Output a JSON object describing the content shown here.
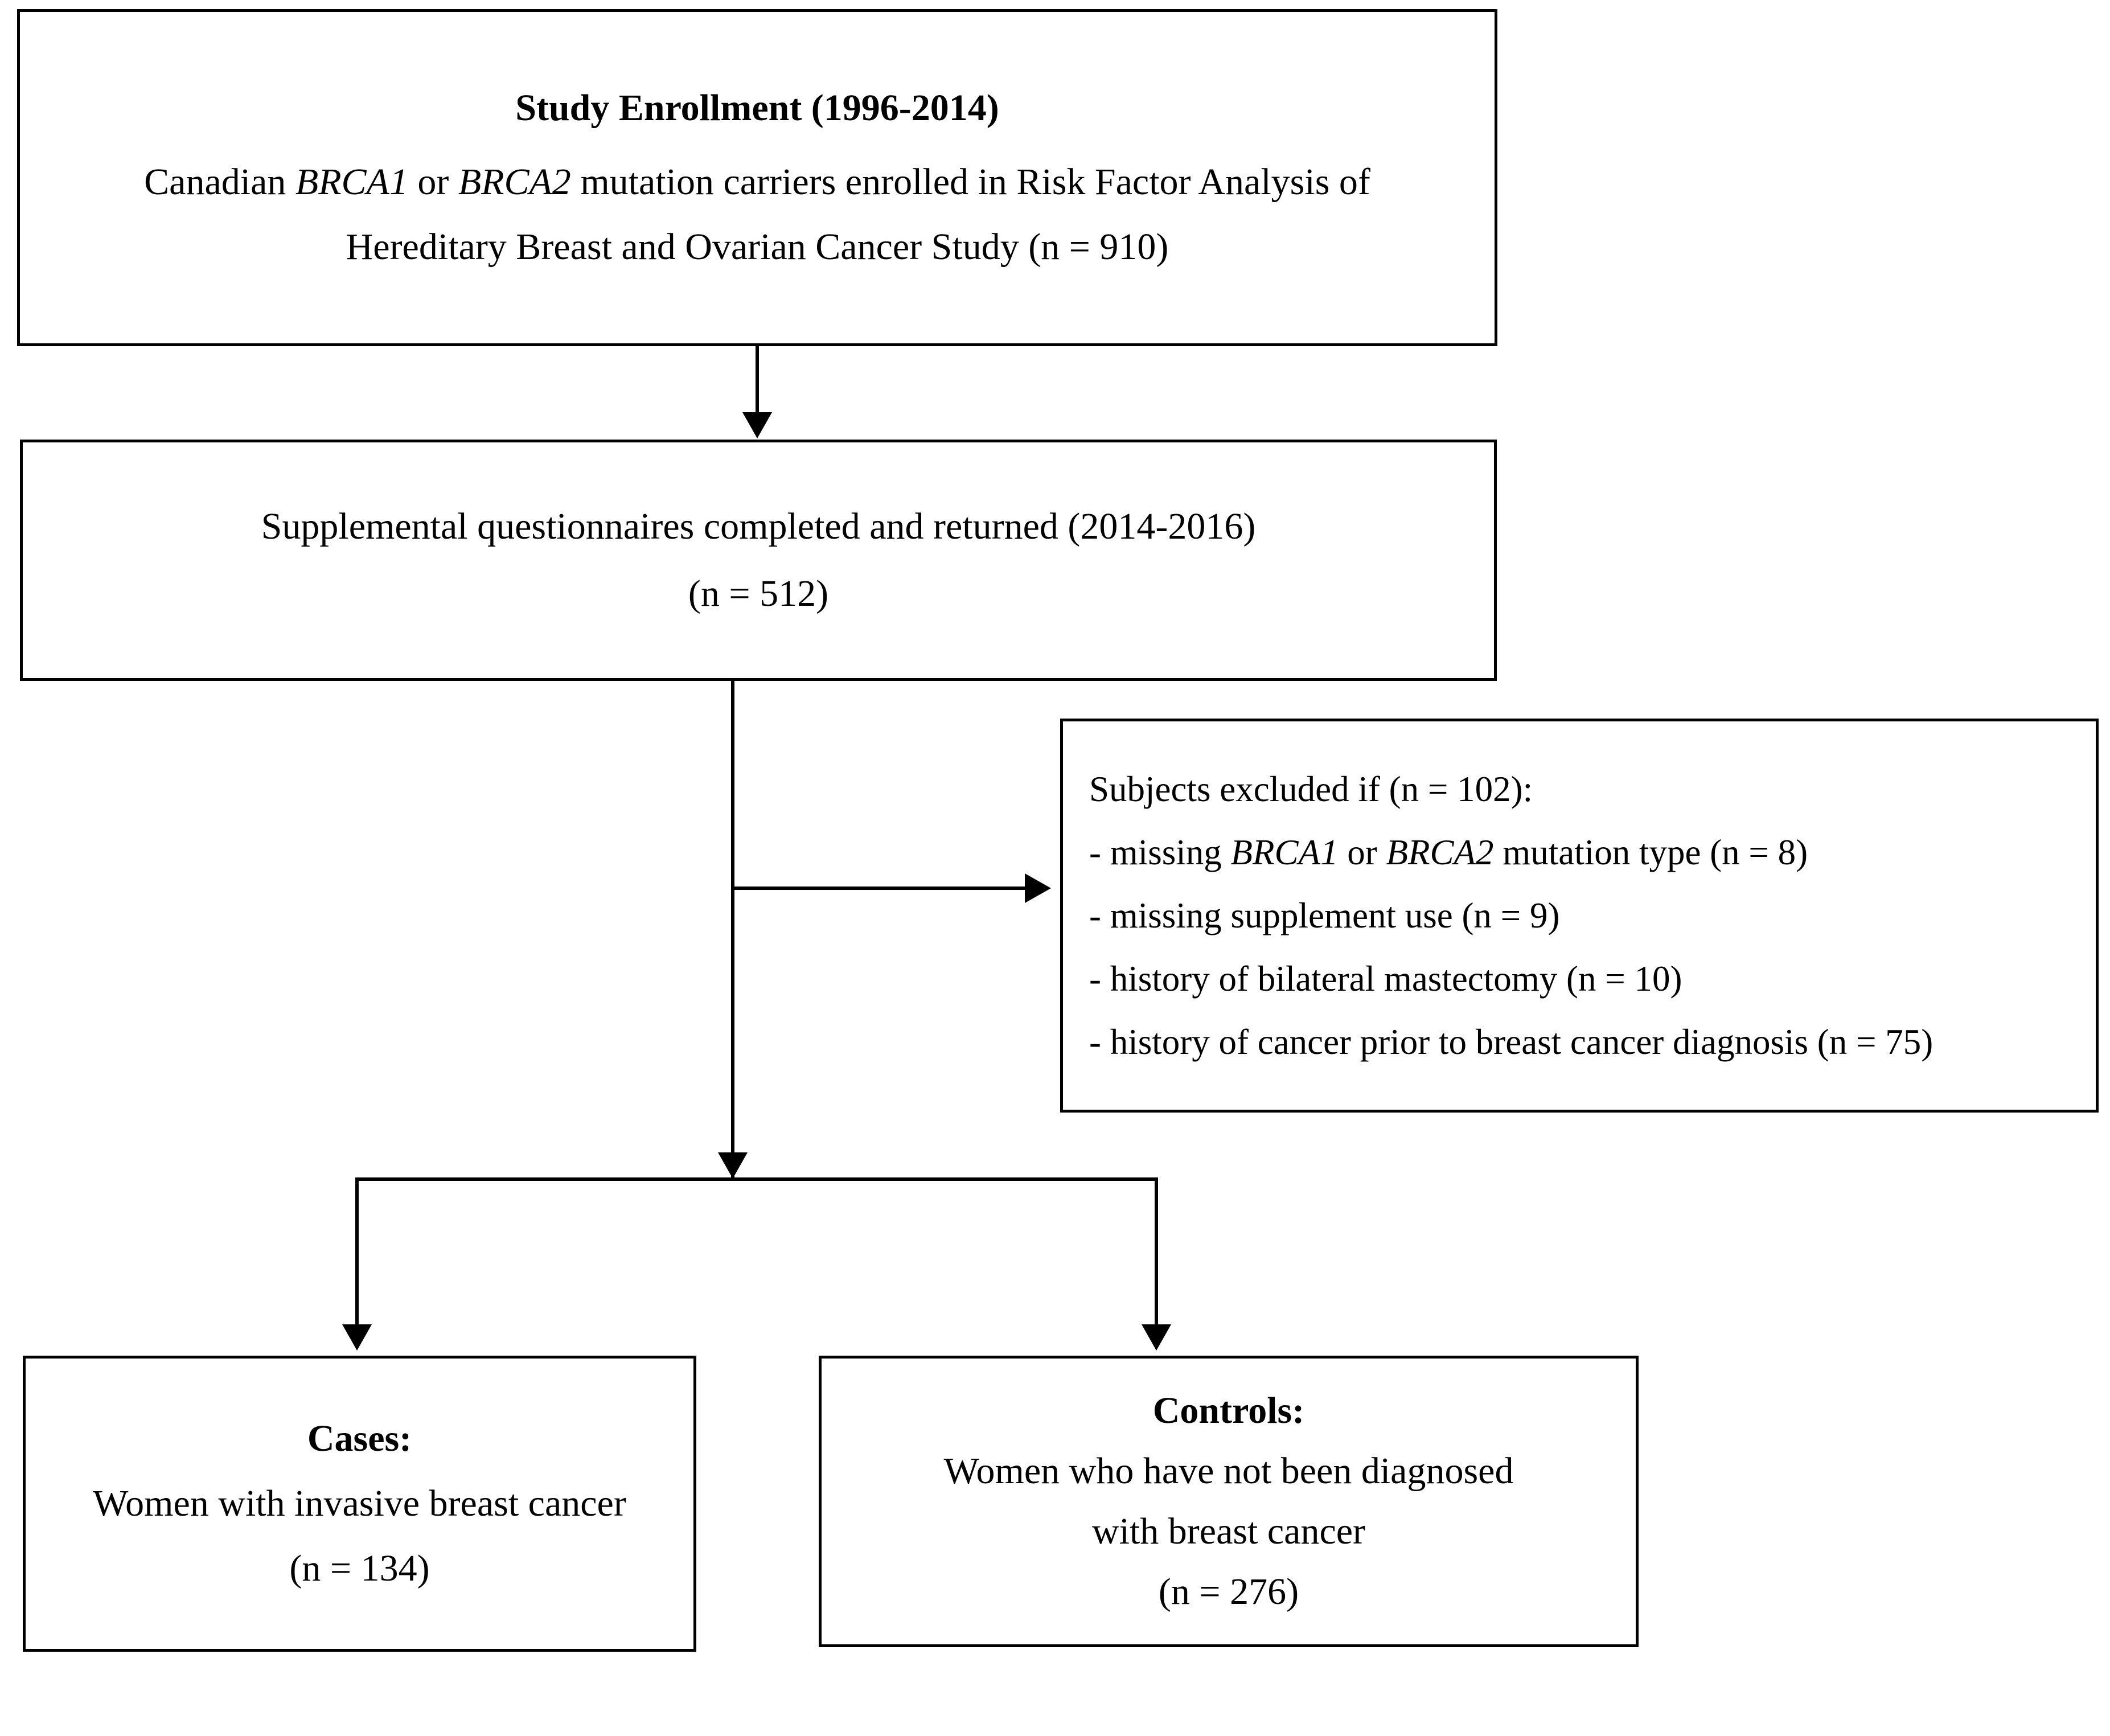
{
  "figure": {
    "type": "participant-flow-diagram",
    "nodes": {
      "enrollment": {
        "title": "Study Enrollment (1996-2014)",
        "line2_a": "Canadian ",
        "line2_b": "BRCA1",
        "line2_c": " or ",
        "line2_d": "BRCA2",
        "line2_e": " mutation carriers enrolled in Risk Factor Analysis of",
        "line3": "Hereditary Breast and Ovarian Cancer Study (n = 910)"
      },
      "questionnaires": {
        "line1": "Supplemental questionnaires completed and returned (2014-2016)",
        "line2": "(n = 512)"
      },
      "exclusions": {
        "heading": "Subjects excluded if (n = 102):",
        "item1_a": "- missing ",
        "item1_b": "BRCA1",
        "item1_c": " or ",
        "item1_d": "BRCA2",
        "item1_e": " mutation type (n = 8)",
        "item2": "- missing supplement use (n = 9)",
        "item3": "- history of bilateral mastectomy (n = 10)",
        "item4": "- history of cancer prior to breast cancer diagnosis (n = 75)"
      },
      "cases": {
        "title": "Cases:",
        "line2": "Women with invasive breast cancer",
        "line3": "(n = 134)"
      },
      "controls": {
        "title": "Controls:",
        "line2": "Women who have not been  diagnosed",
        "line3": "with breast cancer",
        "line4": "(n = 276)"
      }
    },
    "colors": {
      "stroke": "#000000",
      "background": "#ffffff",
      "text": "#000000"
    }
  }
}
